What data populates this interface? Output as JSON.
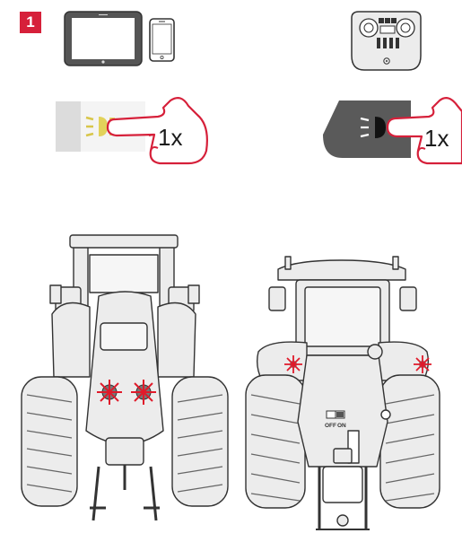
{
  "step": {
    "number": "1"
  },
  "panels": [
    {
      "press_count": "1x"
    },
    {
      "press_count": "1x"
    }
  ],
  "switch": {
    "off_label": "OFF",
    "on_label": "ON"
  },
  "colors": {
    "accent": "#d6203a",
    "device_dark": "#555555",
    "light_blink": "#e01a2a",
    "tractor_fill": "#ececec",
    "outline": "#333333"
  }
}
